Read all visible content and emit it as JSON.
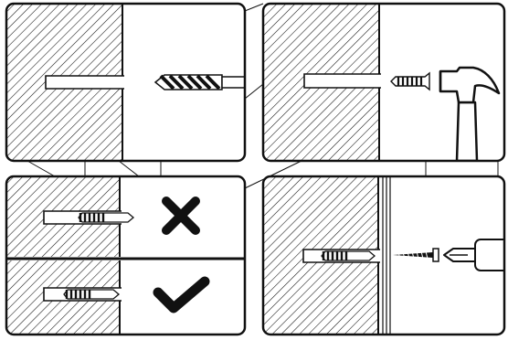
{
  "figure": {
    "kind": "wall-anchor installation instructions",
    "panels": [
      {
        "id": "drill",
        "tools": [
          "drill-bit-icon"
        ]
      },
      {
        "id": "insert-plug",
        "tools": [
          "wall-plug-icon",
          "hammer-icon"
        ]
      },
      {
        "id": "depth-check",
        "states": [
          "wrong-icon",
          "correct-icon"
        ]
      },
      {
        "id": "drive-screw",
        "tools": [
          "wall-plug-icon",
          "screw-icon",
          "screwdriver-icon"
        ]
      }
    ],
    "colors": {
      "ink": "#111111",
      "paper": "#ffffff"
    }
  }
}
